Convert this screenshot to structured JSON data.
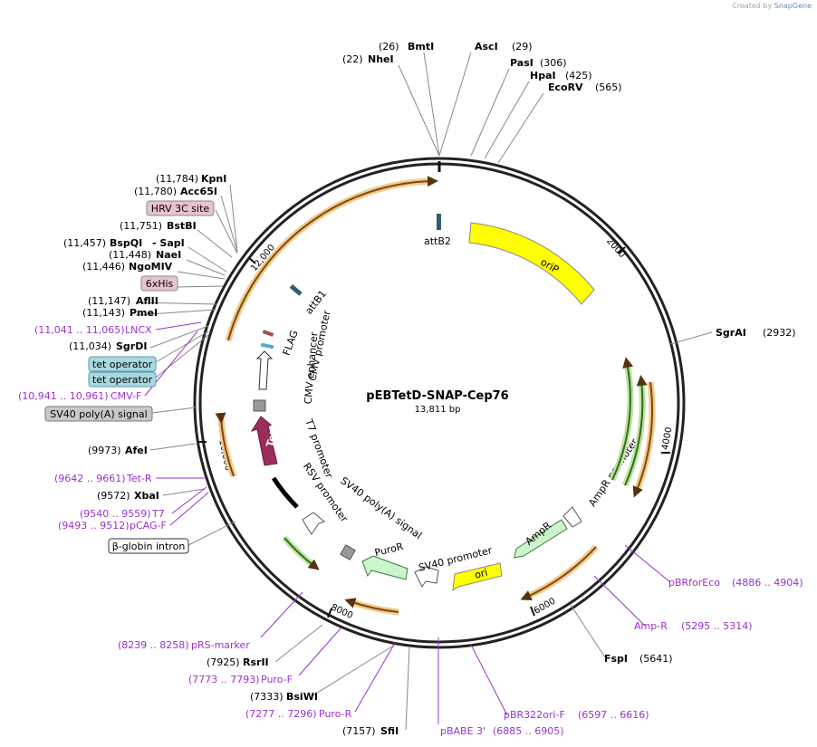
{
  "credit": {
    "prefix": "Created by",
    "brand": "SnapGene"
  },
  "plasmid": {
    "name": "pEBTetD-SNAP-Cep76",
    "length": "13,811 bp"
  },
  "ticks": [
    "2000",
    "4000",
    "6000",
    "8000",
    "10,000",
    "12,000"
  ],
  "sites": [
    {
      "name": "BmtI",
      "pos": "(26)"
    },
    {
      "name": "AscI",
      "pos": "(29)"
    },
    {
      "name": "NheI",
      "pos": "(22)"
    },
    {
      "name": "PasI",
      "pos": "(306)"
    },
    {
      "name": "HpaI",
      "pos": "(425)"
    },
    {
      "name": "EcoRV",
      "pos": "(565)"
    },
    {
      "name": "KpnI",
      "pos": "(11,784)"
    },
    {
      "name": "Acc65I",
      "pos": "(11,780)"
    },
    {
      "name": "BstBI",
      "pos": "(11,751)"
    },
    {
      "name": "BspQI",
      "pos": "(11,457)",
      "extra": "- SapI"
    },
    {
      "name": "NaeI",
      "pos": "(11,448)"
    },
    {
      "name": "NgoMIV",
      "pos": "(11,446)"
    },
    {
      "name": "AflII",
      "pos": "(11,147)"
    },
    {
      "name": "PmeI",
      "pos": "(11,143)"
    },
    {
      "name": "SgrDI",
      "pos": "(11,034)"
    },
    {
      "name": "AfeI",
      "pos": "(9973)"
    },
    {
      "name": "XbaI",
      "pos": "(9572)"
    },
    {
      "name": "SgrAI",
      "pos": "(2932)"
    },
    {
      "name": "FspI",
      "pos": "(5641)"
    },
    {
      "name": "RsrII",
      "pos": "(7925)"
    },
    {
      "name": "BsiWI",
      "pos": "(7333)"
    },
    {
      "name": "SfiI",
      "pos": "(7157)"
    }
  ],
  "primers": [
    {
      "name": "LNCX",
      "range": "(11,041 .. 11,065)"
    },
    {
      "name": "CMV-F",
      "range": "(10,941 .. 10,961)"
    },
    {
      "name": "Tet-R",
      "range": "(9642 .. 9661)"
    },
    {
      "name": "T7",
      "range": "(9540 .. 9559)"
    },
    {
      "name": "pCAG-F",
      "range": "(9493 .. 9512)"
    },
    {
      "name": "pBRforEco",
      "range": "(4886 .. 4904)"
    },
    {
      "name": "Amp-R",
      "range": "(5295 .. 5314)"
    },
    {
      "name": "pBR322ori-F",
      "range": "(6597 .. 6616)"
    },
    {
      "name": "pBABE 3'",
      "range": "(6885 .. 6905)"
    },
    {
      "name": "pRS-marker",
      "range": "(8239 .. 8258)"
    },
    {
      "name": "Puro-F",
      "range": "(7773 .. 7793)"
    },
    {
      "name": "Puro-R",
      "range": "(7277 .. 7296)"
    }
  ],
  "boxed_features": [
    {
      "name": "HRV 3C site",
      "color": "#e8c3cc"
    },
    {
      "name": "6xHis",
      "color": "#e8c3cc"
    },
    {
      "name": "tet operator",
      "color": "#a8d8e0"
    },
    {
      "name": "tet operator",
      "color": "#a8d8e0"
    },
    {
      "name": "SV40 poly(A) signal",
      "color": "#c8c8c8"
    },
    {
      "name": "β-globin intron",
      "color": "#ffffff"
    }
  ],
  "features": {
    "oriP": "oriP",
    "attB2": "attB2",
    "attB1": "attB1",
    "flag": "FLAG",
    "cmv_promoter": "CMV promoter",
    "cmv_enhancer": "CMV enhancer",
    "t7_promoter": "T7 promoter",
    "rsv_promoter": "RSV promoter",
    "sv40_polya": "SV40 poly(A) signal",
    "puror": "PuroR",
    "sv40_promoter": "SV40 promoter",
    "ori": "ori",
    "ampr": "AmpR",
    "ampr_promoter": "AmpR promoter",
    "tetr": "TetR"
  },
  "colors": {
    "backbone": "#222222",
    "orip": "#ffff00",
    "orange_arc": "#c8781e",
    "green_arc": "#2e8b1e",
    "tetr": "#9b2c5c",
    "puror": "#ccf5cc",
    "ori": "#ffff00",
    "primer": "#9933cc"
  }
}
